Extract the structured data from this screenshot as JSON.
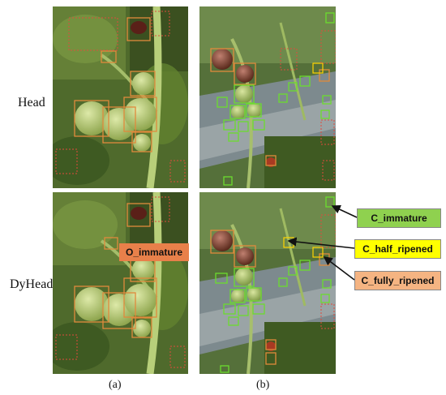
{
  "rows": [
    {
      "label": "Head"
    },
    {
      "label": "DyHead"
    }
  ],
  "captions": [
    "(a)",
    "(b)"
  ],
  "callout_label": "O_immature",
  "legend": [
    {
      "label": "C_immature",
      "color": "#8fd14f"
    },
    {
      "label": "C_half_ripened",
      "color": "#ffff00"
    },
    {
      "label": "C_fully_ripened",
      "color": "#f5b482"
    }
  ],
  "box_colors": {
    "immature": "#6bdc2e",
    "half_ripened": "#ffd400",
    "fully_ripened": "#e08a3c",
    "other": "#e04a3c"
  }
}
